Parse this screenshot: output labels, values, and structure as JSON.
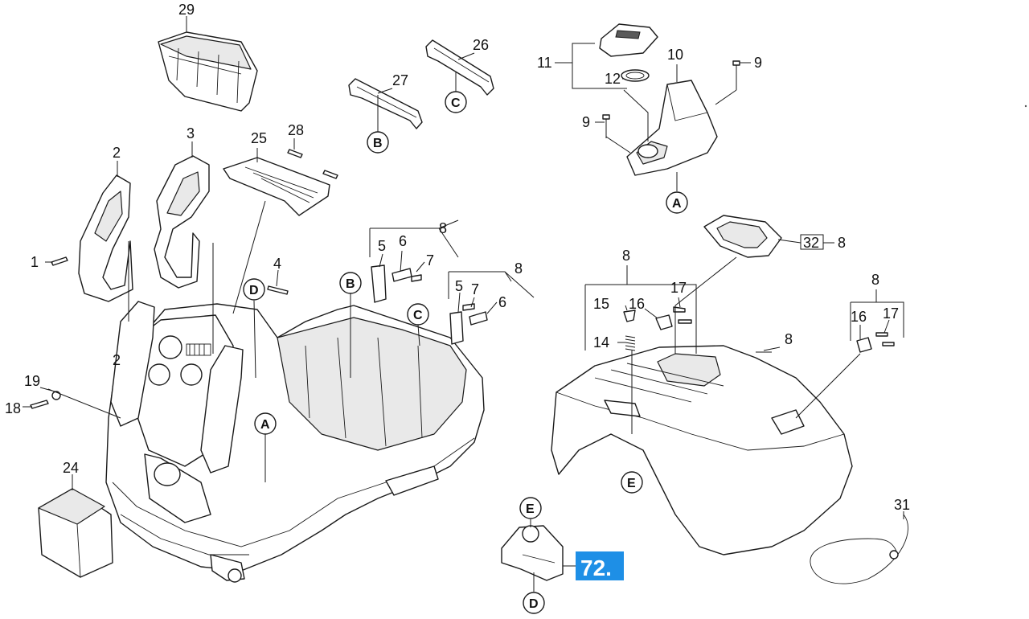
{
  "labels": {
    "l29": "29",
    "l26": "26",
    "l27": "27",
    "l11": "11",
    "l10": "10",
    "l9a": "9",
    "l12": "12",
    "l9b": "9",
    "l2": "2",
    "l3": "3",
    "l25": "25",
    "l28": "28",
    "l8a": "8",
    "l5a": "5",
    "l6a": "6",
    "l7a": "7",
    "l4": "4",
    "l1": "1",
    "l8b": "8",
    "l5b": "5",
    "l7b": "7",
    "l6b": "6",
    "l32": "32",
    "l8c": "8",
    "l8d": "8",
    "l15": "15",
    "l16a": "16",
    "l17a": "17",
    "l14": "14",
    "l8e": "8",
    "l8f": "8",
    "l16b": "16",
    "l17b": "17",
    "l19": "19",
    "l18": "18",
    "l2b": "2",
    "l24": "24",
    "l31": "31"
  },
  "callouts": {
    "c1": "C",
    "c2": "B",
    "c3": "A",
    "c4": "D",
    "c5": "B",
    "c6": "C",
    "c7": "A",
    "c8": "E",
    "c9": "E",
    "c10": "D"
  },
  "highlight": {
    "text": "72.",
    "color": "#1e8fe6"
  },
  "colors": {
    "line": "#1a1a1a",
    "fill": "#ffffff",
    "shade": "#e9e9e9"
  }
}
